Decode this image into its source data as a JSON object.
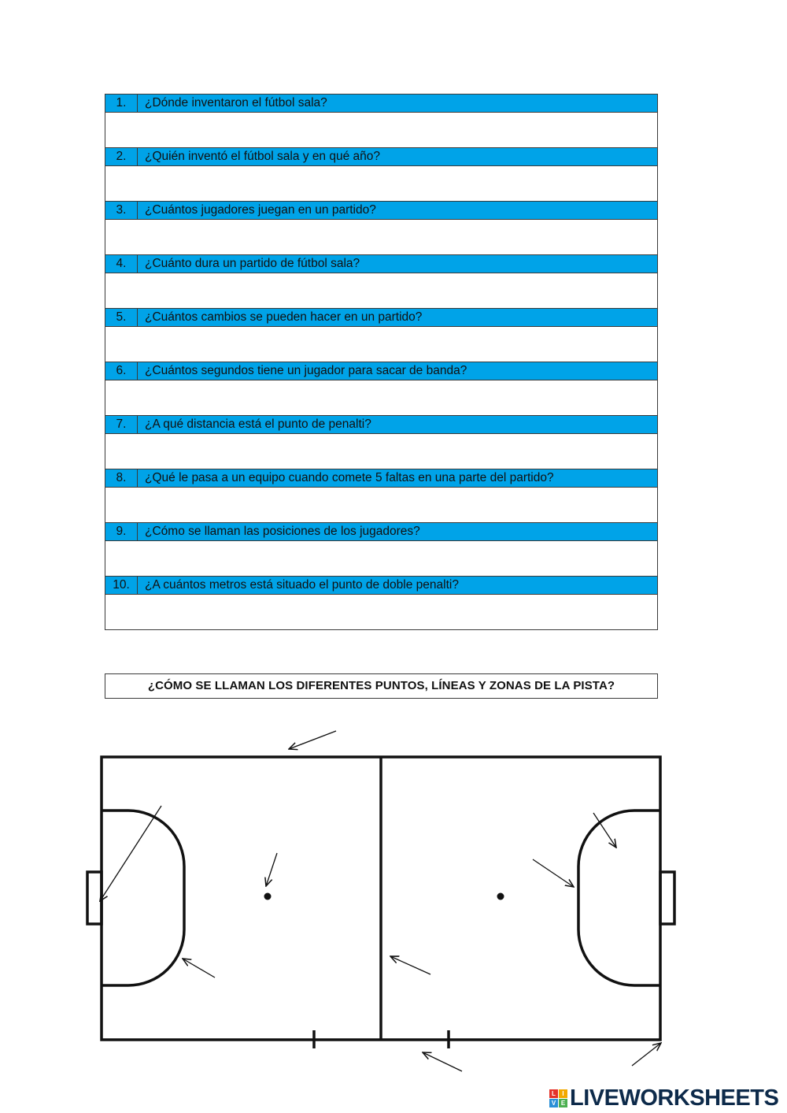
{
  "questions": [
    {
      "num": "1.",
      "text": "¿Dónde inventaron el fútbol sala?"
    },
    {
      "num": "2.",
      "text": "¿Quién inventó el fútbol sala y en qué año?"
    },
    {
      "num": "3.",
      "text": "¿Cuántos jugadores juegan en un partido?"
    },
    {
      "num": "4.",
      "text": "¿Cuánto dura un partido de fútbol sala?"
    },
    {
      "num": "5.",
      "text": "¿Cuántos cambios se pueden hacer en un partido?"
    },
    {
      "num": "6.",
      "text": "¿Cuántos segundos tiene un jugador para sacar de banda?"
    },
    {
      "num": "7.",
      "text": "¿A qué distancia está el punto de penalti?"
    },
    {
      "num": "8.",
      "text": "¿Qué le pasa a un equipo cuando comete 5 faltas en una parte del partido?"
    },
    {
      "num": "9.",
      "text": "¿Cómo se llaman las posiciones de los jugadores?"
    },
    {
      "num": "10.",
      "text": "¿A cuántos metros está situado el punto de doble penalti?"
    }
  ],
  "court_heading": "¿CÓMO SE LLAMAN LOS DIFERENTES PUNTOS,  LÍNEAS Y ZONAS DE LA PISTA?",
  "colors": {
    "question_bar": "#00a3e8",
    "logo_text": "#0d2a4a"
  },
  "logo": {
    "text": "LIVEWORKSHEETS",
    "mark_letters": [
      "L",
      "I",
      "V",
      "E"
    ]
  }
}
